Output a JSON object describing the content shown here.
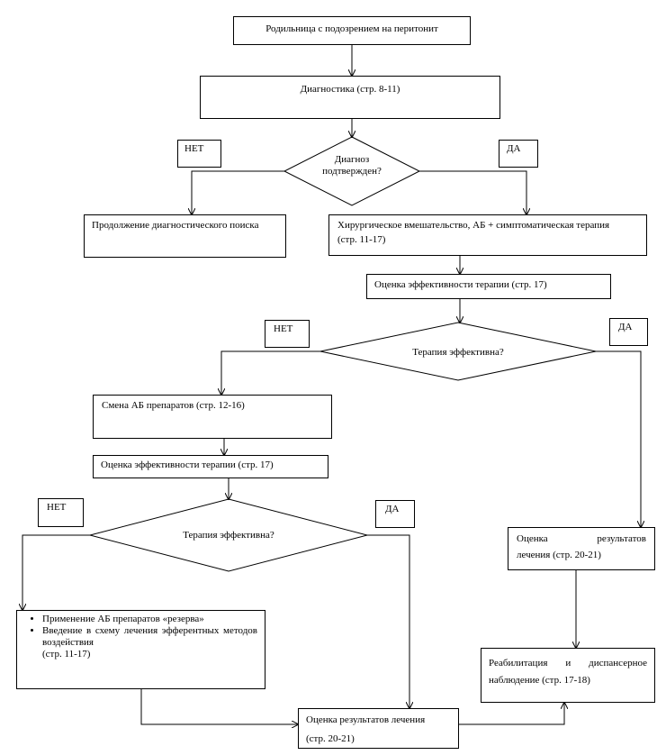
{
  "nodes": {
    "start": "Родильница с подозрением на перитонит",
    "diagnostics": "Диагностика (стр. 8-11)",
    "decision1_line1": "Диагноз",
    "decision1_line2": "подтвержден?",
    "no1": "НЕТ",
    "yes1": "ДА",
    "continue_search": "Продолжение диагностического поиска",
    "surgery_line1": "Хирургическое вмешательство, АБ + симптоматическая терапия",
    "surgery_line2": "(стр. 11-17)",
    "eval_therapy1": "Оценка эффективности терапии (стр. 17)",
    "decision2": "Терапия эффективна?",
    "no2": "НЕТ",
    "yes2": "ДА",
    "change_ab": "Смена АБ препаратов (стр. 12-16)",
    "eval_therapy2": "Оценка эффективности терапии (стр. 17)",
    "decision3": "Терапия эффективна?",
    "no3": "НЕТ",
    "yes3": "ДА",
    "reserve_item1": "Применение АБ препаратов «резерва»",
    "reserve_item2": "Введение в схему лечения эфферентных методов воздействия",
    "reserve_pages": "(стр. 11-17)",
    "eval_results_right_line1": "Оценка результатов",
    "eval_results_right_line2": "лечения (стр. 20-21)",
    "rehab_line1": "Реабилитация и диспансерное",
    "rehab_line2": "наблюдение (стр. 17-18)",
    "eval_results_bottom_line1": "Оценка результатов лечения",
    "eval_results_bottom_line2": "(стр. 20-21)"
  }
}
